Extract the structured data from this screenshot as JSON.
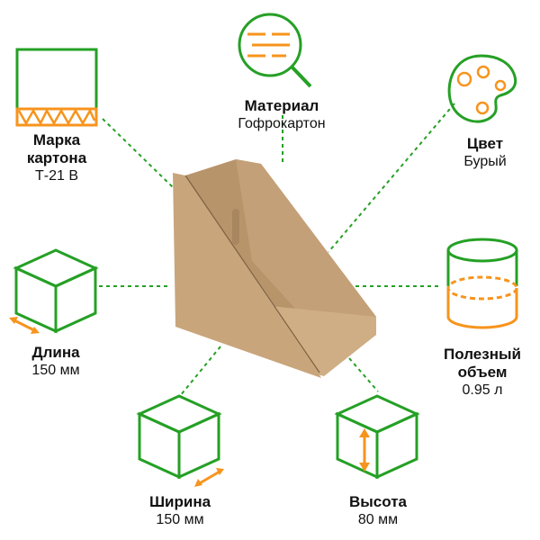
{
  "colors": {
    "green": "#25a025",
    "orange": "#f7941d",
    "cardboard": "#c9a57c"
  },
  "features": [
    {
      "id": "grade",
      "title_line1": "Марка",
      "title_line2": "картона",
      "value": "Т-21 B",
      "icon": "cardboard-grade-icon"
    },
    {
      "id": "material",
      "title_line1": "Материал",
      "title_line2": "",
      "value": "Гофрокартон",
      "icon": "magnifier-material-icon"
    },
    {
      "id": "color",
      "title_line1": "Цвет",
      "title_line2": "",
      "value": "Бурый",
      "icon": "palette-icon"
    },
    {
      "id": "length",
      "title_line1": "Длина",
      "title_line2": "",
      "value": "150 мм",
      "icon": "cube-length-icon"
    },
    {
      "id": "volume",
      "title_line1": "Полезный",
      "title_line2": "объем",
      "value": "0.95 л",
      "icon": "cylinder-volume-icon"
    },
    {
      "id": "width",
      "title_line1": "Ширина",
      "title_line2": "",
      "value": "150 мм",
      "icon": "cube-width-icon"
    },
    {
      "id": "height",
      "title_line1": "Высота",
      "title_line2": "",
      "value": "80 мм",
      "icon": "cube-height-icon"
    }
  ]
}
